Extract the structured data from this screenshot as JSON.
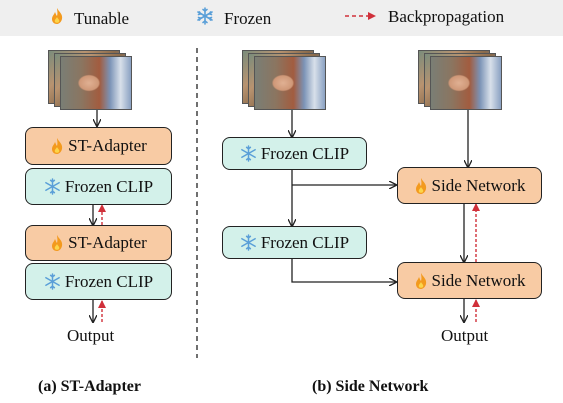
{
  "legend": {
    "tunable": "Tunable",
    "frozen": "Frozen",
    "backprop": "Backpropagation"
  },
  "left": {
    "adapter1": "ST-Adapter",
    "clip1": "Frozen CLIP",
    "adapter2": "ST-Adapter",
    "clip2": "Frozen CLIP",
    "output": "Output",
    "caption": "(a) ST-Adapter"
  },
  "right": {
    "clip1": "Frozen CLIP",
    "clip2": "Frozen CLIP",
    "side1": "Side Network",
    "side2": "Side Network",
    "output": "Output",
    "caption": "(b) Side Network"
  },
  "colors": {
    "tunable_fill": "#f8cba4",
    "frozen_fill": "#d3f1ea",
    "backprop_arrow": "#d0303a",
    "flame_icon": "fire-icon",
    "snowflake_icon": "snowflake-icon"
  }
}
